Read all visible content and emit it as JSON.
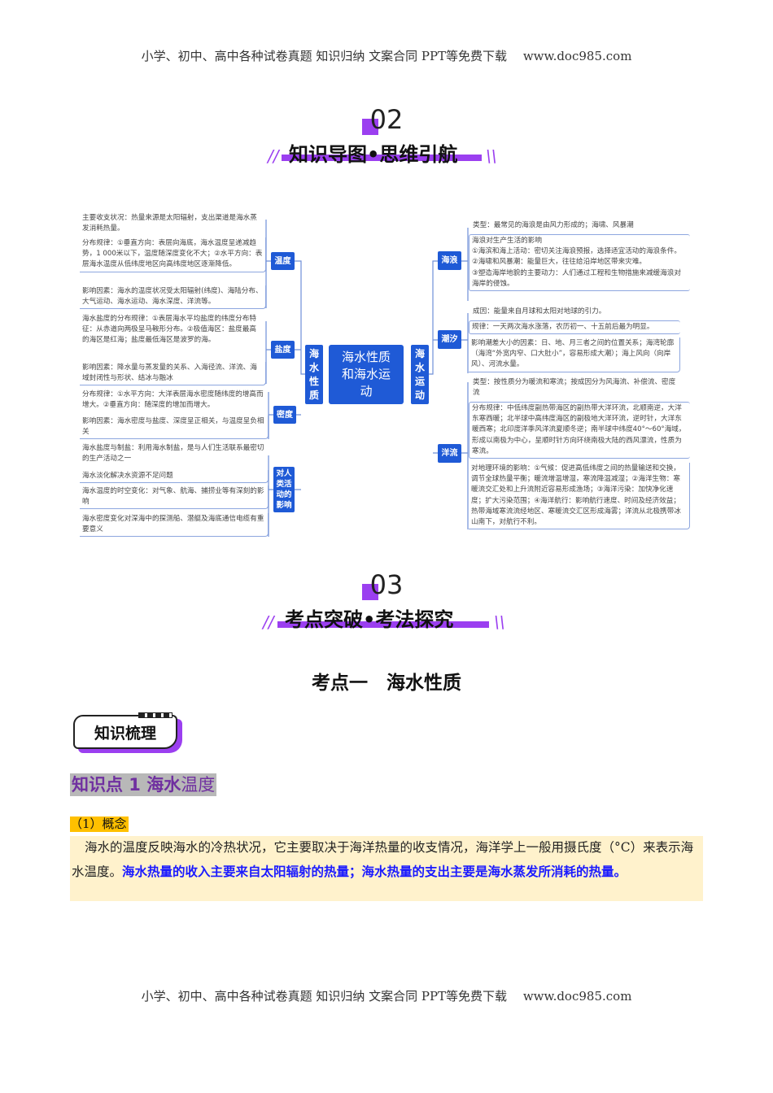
{
  "header": "小学、初中、高中各种试卷真题 知识归纳 文案合同 PPT等免费下载　 www.doc985.com",
  "footer": "小学、初中、高中各种试卷真题 知识归纳 文案合同 PPT等免费下载　 www.doc985.com",
  "section02": {
    "number": "02",
    "title": "知识导图•思维引航"
  },
  "mindmap": {
    "center": "海水性质和海水运动",
    "left_root": "海水性质",
    "right_root": "海水运动",
    "left_categories": [
      "温度",
      "盐度",
      "密度",
      "对人类活动的影响"
    ],
    "right_categories": [
      "海浪",
      "潮汐",
      "洋流"
    ],
    "left_leaves": [
      "主要收支状况：热量来源是太阳辐射，支出渠道是海水蒸发消耗热量。",
      "分布规律：①垂直方向：表层向海底，海水温度呈递减趋势，1 000米以下，温度随深度变化不大；②水平方向：表层海水温度从低纬度地区向高纬度地区逐渐降低。",
      "影响因素：海水的温度状况受太阳辐射(纬度)、海陆分布、大气运动、海水运动、海水深度、洋流等。",
      "海水盐度的分布规律：①表层海水平均盐度的纬度分布特征：从赤道向两极呈马鞍形分布。②极值海区：盐度最高的海区是红海；盐度最低海区是波罗的海。",
      "影响因素：降水量与蒸发量的关系、入海径流、洋流、海域封闭性与形状、结冰与融冰",
      "分布规律：①水平方向：大洋表层海水密度随纬度的增高而增大。②垂直方向：随深度的增加而增大。",
      "影响因素：海水密度与盐度、深度呈正相关，与温度呈负相关",
      "海水盐度与制盐：利用海水制盐，是与人们生活联系最密切的生产活动之一",
      "海水淡化解决水资源不足问题",
      "海水温度的时空变化：对气象、航海、捕捞业等有深刻的影响",
      "海水密度变化对深海中的探测船、潜艇及海底通信电缆有重要意义"
    ],
    "right_leaves": [
      "类型：最常见的海浪是由风力形成的；海啸、风暴潮",
      "海浪对生产生活的影响\n①海滨和海上活动：密切关注海浪预报，选择适宜活动的海浪条件。\n②海啸和风暴潮：能量巨大，往往给沿岸地区带来灾难。\n③塑造海岸地貌的主要动力：人们通过工程和生物措施来减缓海浪对海岸的侵蚀。",
      "成因：能量来自月球和太阳对地球的引力。",
      "规律：一天两次海水涨落，农历初一、十五前后最为明显。",
      "影响潮差大小的因素：日、地、月三者之间的位置关系；海湾轮廓（海湾“外宽内窄、口大肚小”，容易形成大潮）；海上风向（向岸风）、河流水量。",
      "类型：按性质分为暖流和寒流；按成因分为风海流、补偿流、密度流",
      "分布规律：中低纬度副热带海区的副热带大洋环流，北顺南逆，大洋东寒西暖；北半球中高纬度海区的副极地大洋环流，逆时针，大洋东暖西寒；北印度洋季风洋流夏顺冬逆；南半球中纬度40°～60°海域，形成以南极为中心，呈顺时针方向环绕南极大陆的西风漂流，性质为寒流。",
      "对地理环境的影响：①气候：促进高低纬度之间的热量输送和交换，调节全球热量平衡；暖流增温增湿，寒流降温减湿；②海洋生物：寒暖流交汇处和上升流附近容易形成渔场；③海洋污染：加快净化速度；扩大污染范围；④海洋航行：影响航行速度、时间及经济效益；热带海域寒流流经地区、寒暖流交汇区形成海雾；洋流从北极携带冰山南下，对航行不利。"
    ]
  },
  "section03": {
    "number": "03",
    "title": "考点突破•考法探究"
  },
  "topic_title": "考点一　海水性质",
  "badge": "知识梳理",
  "knowledge_point": {
    "prefix": "知识点 1 海水",
    "suffix": "温度"
  },
  "subheading": "（1）概念",
  "paragraph": {
    "plain": "海水的温度反映海水的冷热状况，它主要取决于海洋热量的收支情况，海洋学上一般用摄氏度（°C）来表示海水温度。",
    "highlight": "海水热量的收入主要来自太阳辐射的热量；海水热量的支出主要是海水蒸发所消耗的热量。"
  },
  "colors": {
    "accent": "#9b3ff0",
    "node": "#1f5ad6",
    "highlight_text": "#1a1aff",
    "paragraph_bg": "#fff2cc"
  }
}
